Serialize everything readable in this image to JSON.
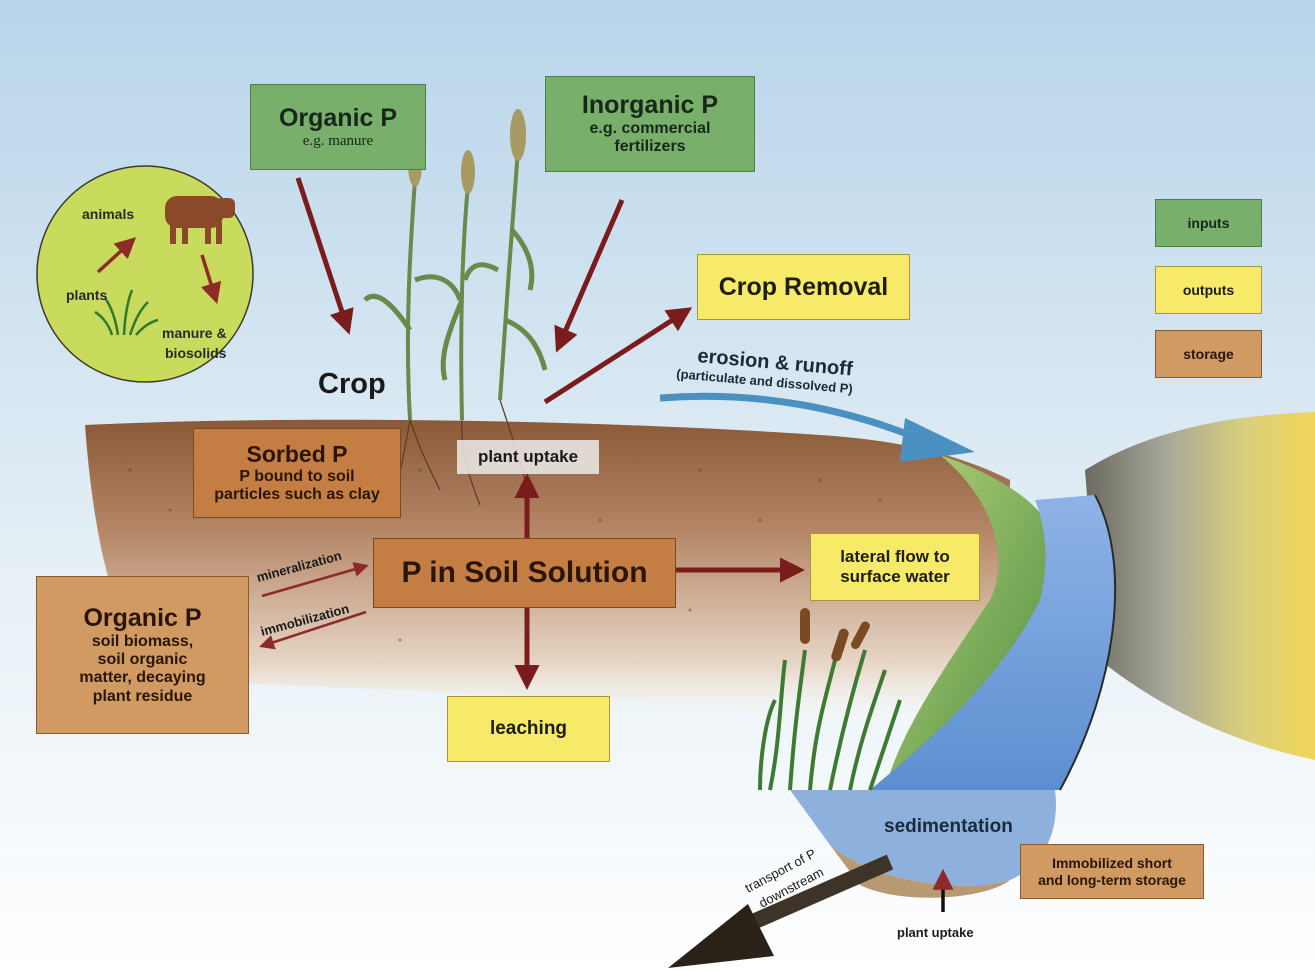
{
  "inputs": {
    "organic_p": {
      "title": "Organic P",
      "subtitle": "e.g. manure"
    },
    "inorganic_p": {
      "title": "Inorganic P",
      "subtitle_1": "e.g. commercial",
      "subtitle_2": "fertilizers"
    }
  },
  "cycle": {
    "animals": "animals",
    "plants": "plants",
    "manure_1": "manure &",
    "manure_2": "biosolids"
  },
  "crop_label": "Crop",
  "crop_removal": "Crop Removal",
  "erosion": {
    "title": "erosion & runoff",
    "subtitle": "(particulate and dissolved P)"
  },
  "sorbed_p": {
    "title": "Sorbed P",
    "line_1": "P bound to soil",
    "line_2": "particles such as clay"
  },
  "plant_uptake_top": "plant uptake",
  "p_solution": "P in Soil Solution",
  "lateral_flow": {
    "line_1": "lateral flow to",
    "line_2": "surface water"
  },
  "mineralization": "mineralization",
  "immobilization": "immobilization",
  "organic_p_soil": {
    "title": "Organic P",
    "line_1": "soil biomass,",
    "line_2": "soil organic",
    "line_3": "matter, decaying",
    "line_4": "plant residue"
  },
  "leaching": "leaching",
  "sedimentation": "sedimentation",
  "immobilized": {
    "line_1": "Immobilized short",
    "line_2": "and long-term storage"
  },
  "transport": {
    "line_1": "transport of P",
    "line_2": "downstream"
  },
  "plant_uptake_bottom": "plant uptake",
  "legend": [
    {
      "label": "inputs",
      "color": "#78b06b"
    },
    {
      "label": "outputs",
      "color": "#f6ea68"
    },
    {
      "label": "storage",
      "color": "#d09a62"
    }
  ]
}
